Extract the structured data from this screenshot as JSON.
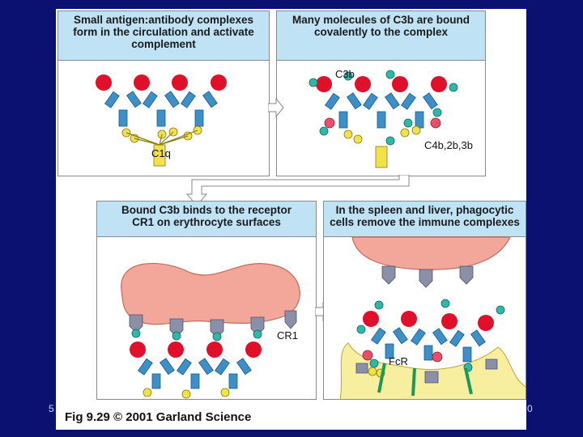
{
  "panels": {
    "p1": {
      "title": "Small antigen:antibody complexes\nform in the circulation and activate\ncomplement",
      "label_c1q": "C1q"
    },
    "p2": {
      "title": "Many molecules of C3b are bound\ncovalently to the complex",
      "label_c3b": "C3b",
      "label_c4b": "C4b,2b,3b"
    },
    "p3": {
      "title": "Bound C3b binds to the receptor\nCR1 on erythrocyte surfaces",
      "label_cr1": "CR1"
    },
    "p4": {
      "title": "In the spleen and liver, phagocytic\ncells remove the immune complexes",
      "label_fcr": "FcR"
    }
  },
  "caption": "Fig 9.29 © 2001 Garland Science",
  "edge_left": "5",
  "edge_right": "0",
  "colors": {
    "background": "#0b1170",
    "title_band": "#bfe3f5",
    "antibody": "#3d8fc7",
    "antigen": "#e0102a",
    "c3b": "#2fb8a8",
    "c4b": "#e8506a",
    "c1q": "#f2e24a",
    "erythrocyte": "#f3a79a",
    "receptor": "#8c8fa8",
    "phagocyte": "#f7eea0",
    "fcr": "#1a9a5a"
  }
}
